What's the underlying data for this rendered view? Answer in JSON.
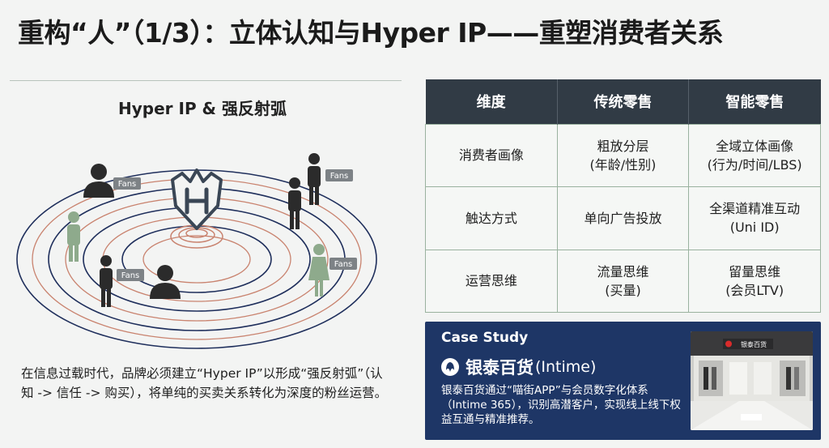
{
  "slide": {
    "title": "重构“人”（1/3）：立体认知与Hyper IP——重塑消费者关系"
  },
  "diagram": {
    "title": "Hyper IP & 强反射弧",
    "tag_label": "Fans",
    "colors": {
      "ring_navy": "#1f2f5c",
      "ring_red": "#c9836f",
      "logo_outline": "#3a4655",
      "fan_green": "#8eaa8c",
      "user_dark": "#2b2b2b",
      "tag_bg": "#7d8286"
    }
  },
  "description": "在信息过载时代，品牌必须建立“Hyper IP”以形成“强反射弧”（认知 -> 信任 -> 购买），将单纯的买卖关系转化为深度的粉丝运营。",
  "table": {
    "headers": [
      "维度",
      "传统零售",
      "智能零售"
    ],
    "rows": [
      {
        "dimension": "消费者画像",
        "traditional": [
          "粗放分层",
          "(年龄/性别)"
        ],
        "smart": [
          "全域立体画像",
          "(行为/时间/LBS)"
        ]
      },
      {
        "dimension": "触达方式",
        "traditional": [
          "单向广告投放"
        ],
        "smart": [
          "全渠道精准互动",
          "(Uni ID)"
        ]
      },
      {
        "dimension": "运营思维",
        "traditional": [
          "流量思维",
          "(买量)"
        ],
        "smart": [
          "留量思维",
          "(会员LTV)"
        ]
      }
    ],
    "colors": {
      "header_bg": "#313b45",
      "border": "#9ab29f"
    }
  },
  "case_study": {
    "label": "Case Study",
    "brand_cn": "银泰百货",
    "brand_en": "(Intime)",
    "text": "银泰百货通过“喵街APP”与会员数字化体系（Intime 365），识别高潜客户，实现线上线下权益互通与精准推荐。",
    "photo_sign": "银泰百货",
    "colors": {
      "card_bg": "#1e3666"
    }
  }
}
